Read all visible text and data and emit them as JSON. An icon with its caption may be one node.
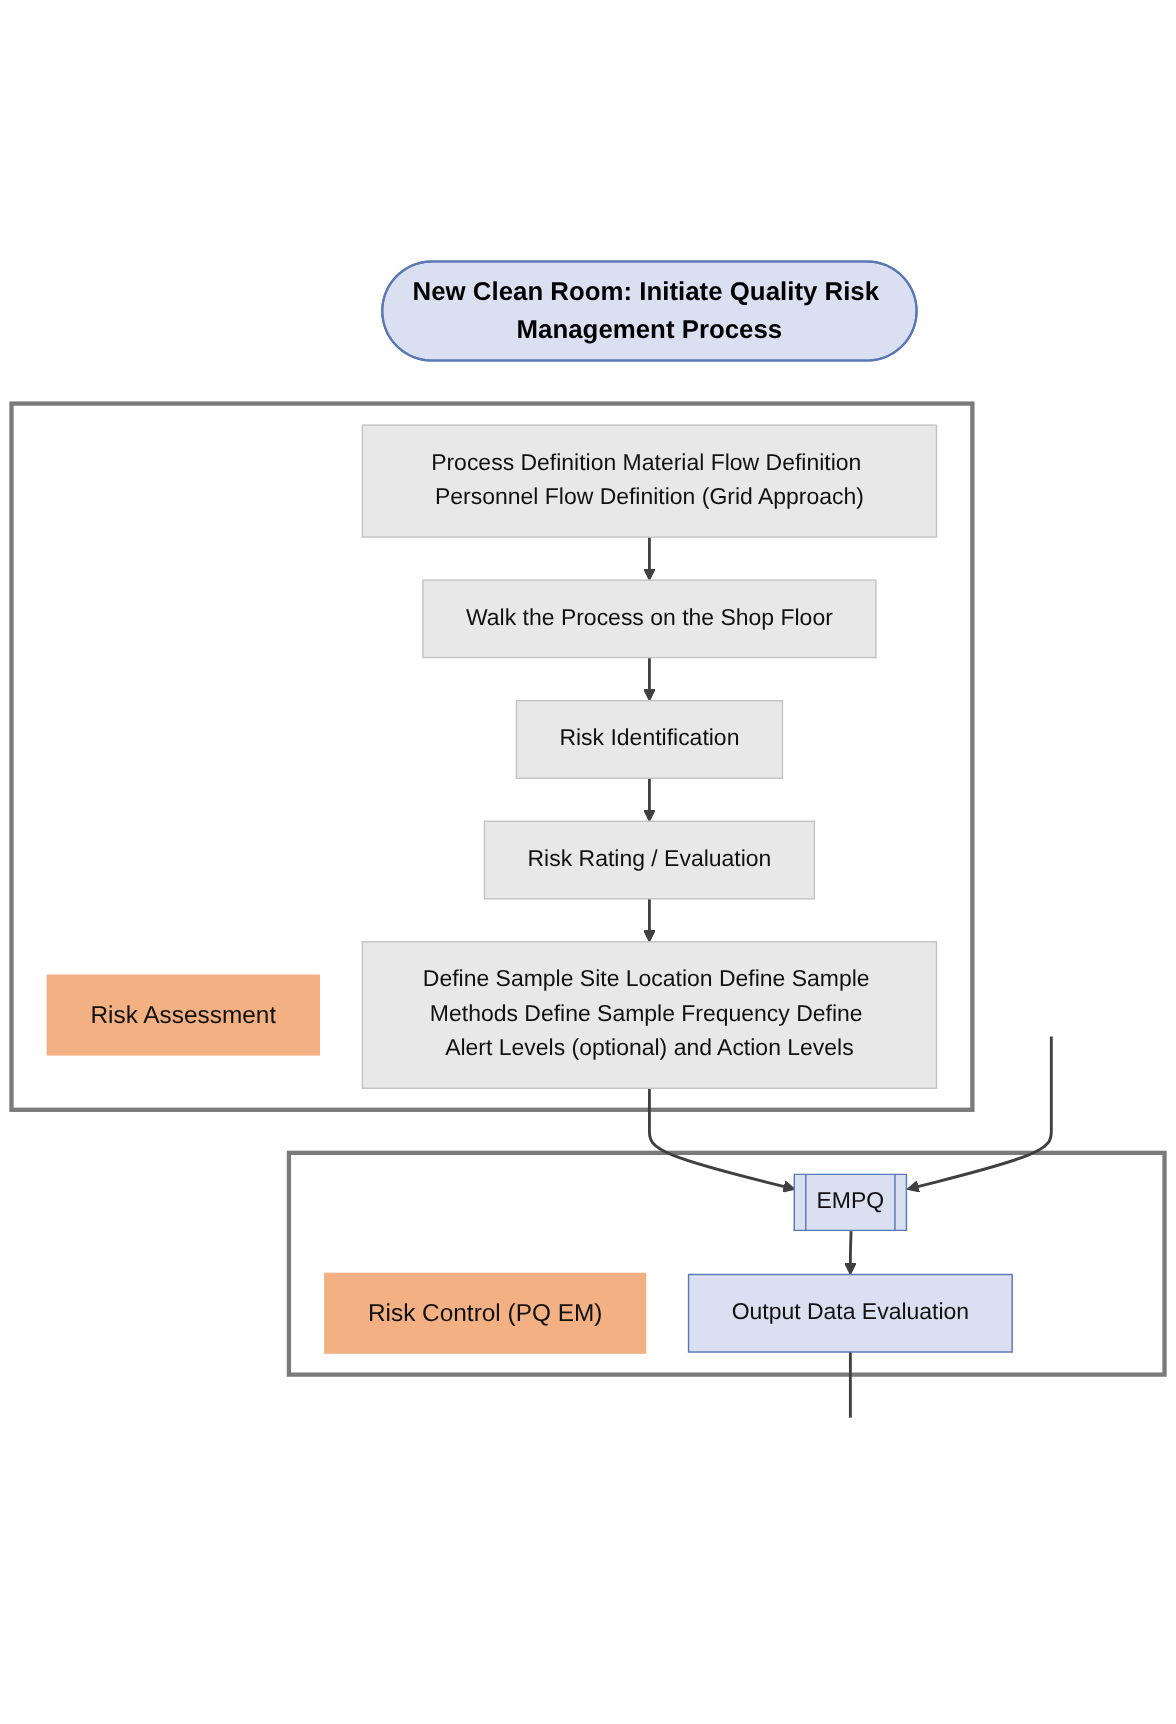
{
  "diagram": {
    "nodes": [
      {
        "text": [
          "New Clean Room: Initiate Quality Risk Management Process"
        ]
      },
      {
        "text": [],
        "shape": "box"
      },
      {
        "text": [
          "Risk Assessment"
        ],
        "in": 1
      },
      {
        "text": [
          "Process Definition Material Flow Definition Personnel Flow Definition (Grid Approach)"
        ],
        "in": 1
      },
      {
        "text": [
          "Walk the Process on the Shop Floor"
        ],
        "in": 1
      },
      {
        "text": [
          "Risk Identification"
        ],
        "in": 1
      },
      {
        "text": [
          "Risk Rating / Evaluation"
        ],
        "in": 1
      },
      {
        "text": [
          "Define Sample Site Location Define Sample Methods Define Sample Frequency Define Alert Levels (optional) and Action Levels"
        ],
        "in": 1
      },
      {
        "text": [],
        "shape": "box"
      },
      {
        "text": [
          "Risk Control (PQ EM)"
        ],
        "in": 8
      },
      {
        "text": [
          "EMPQ"
        ],
        "in": 8
      },
      {
        "text": [
          "Output Data Evaluation"
        ],
        "in": 8
      }
    ],
    "edges": [
      {
        "from": 3,
        "to": 4,
        "arrow": "to"
      },
      {
        "from": 4,
        "to": 5,
        "arrow": "to"
      },
      {
        "from": 5,
        "to": 6,
        "arrow": "to"
      },
      {
        "from": 6,
        "to": 7,
        "arrow": "to"
      },
      {
        "from": 7,
        "to": 10,
        "arrow": "to"
      },
      {
        "from": 10,
        "to": 11,
        "arrow": "to"
      },
      {
        "from": 11,
        "to": null,
        "arrow": "none"
      },
      {
        "from": null,
        "to": 10,
        "arrow": "to"
      }
    ]
  }
}
